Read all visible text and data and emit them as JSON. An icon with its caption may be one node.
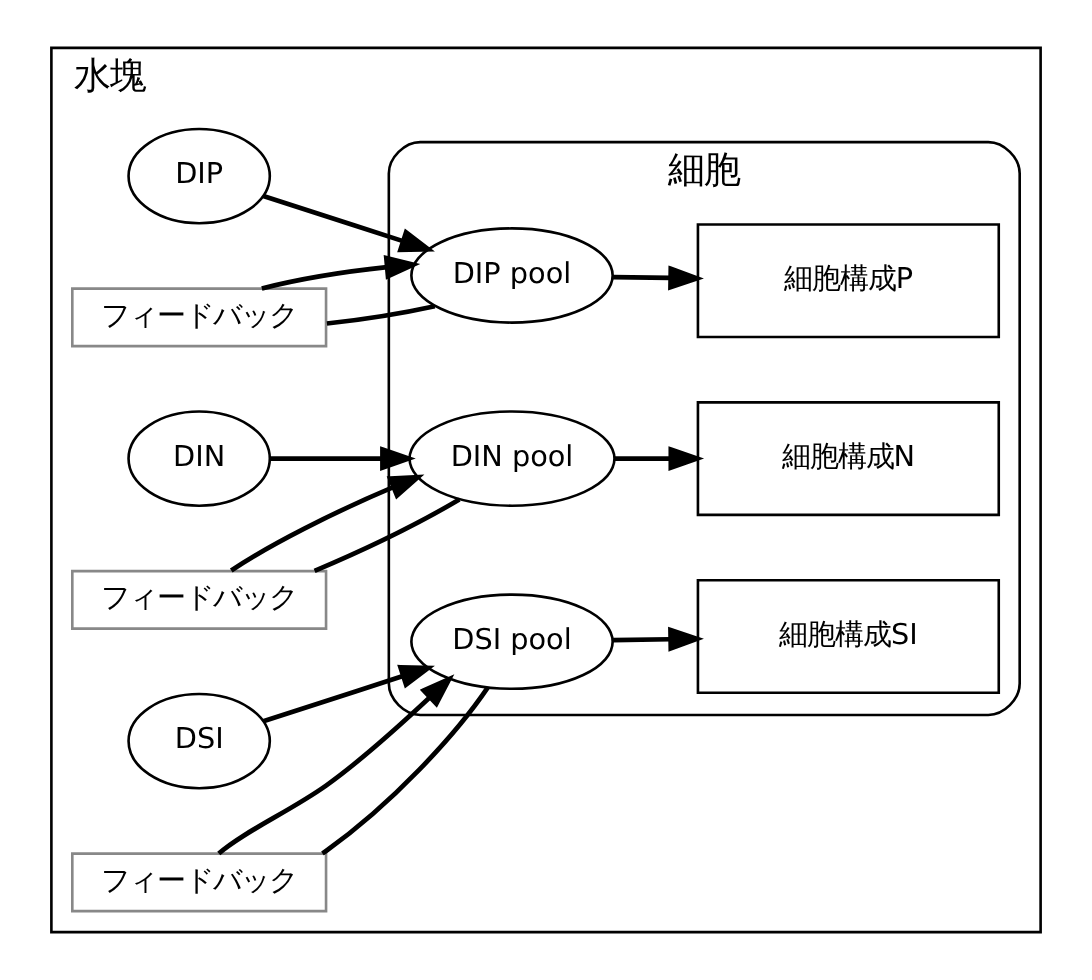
{
  "diagram": {
    "nodes": [
      {
        "text": [
          "水塊"
        ]
      },
      {
        "text": [
          "細胞"
        ],
        "in": 0
      },
      {
        "text": [
          "DIP"
        ],
        "in": 0
      },
      {
        "text": [
          "DIP pool"
        ],
        "in": 1
      },
      {
        "text": [
          "細胞構成P"
        ],
        "in": 1
      },
      {
        "text": [
          "フィードバック"
        ],
        "in": 0
      },
      {
        "text": [
          "DIN"
        ],
        "in": 0
      },
      {
        "text": [
          "DIN pool"
        ],
        "in": 1
      },
      {
        "text": [
          "細胞構成N"
        ],
        "in": 1
      },
      {
        "text": [
          "フィードバック"
        ],
        "in": 0
      },
      {
        "text": [
          "DSI"
        ],
        "in": 0
      },
      {
        "text": [
          "DSI pool"
        ],
        "in": 1
      },
      {
        "text": [
          "細胞構成SI"
        ],
        "in": 1
      },
      {
        "text": [
          "フィードバック"
        ],
        "in": 0
      }
    ],
    "edges": [
      {
        "from": 2,
        "to": 3,
        "arrow": "to"
      },
      {
        "from": 3,
        "to": 4,
        "arrow": "to"
      },
      {
        "from": 3,
        "to": 5,
        "arrow": "none"
      },
      {
        "from": 5,
        "to": 3,
        "arrow": "to"
      },
      {
        "from": 6,
        "to": 7,
        "arrow": "to"
      },
      {
        "from": 7,
        "to": 8,
        "arrow": "to"
      },
      {
        "from": 7,
        "to": 9,
        "arrow": "none"
      },
      {
        "from": 9,
        "to": 7,
        "arrow": "to"
      },
      {
        "from": 10,
        "to": 11,
        "arrow": "to"
      },
      {
        "from": 11,
        "to": 12,
        "arrow": "to"
      },
      {
        "from": 11,
        "to": 13,
        "arrow": "none"
      },
      {
        "from": 13,
        "to": 11,
        "arrow": "to"
      }
    ]
  }
}
